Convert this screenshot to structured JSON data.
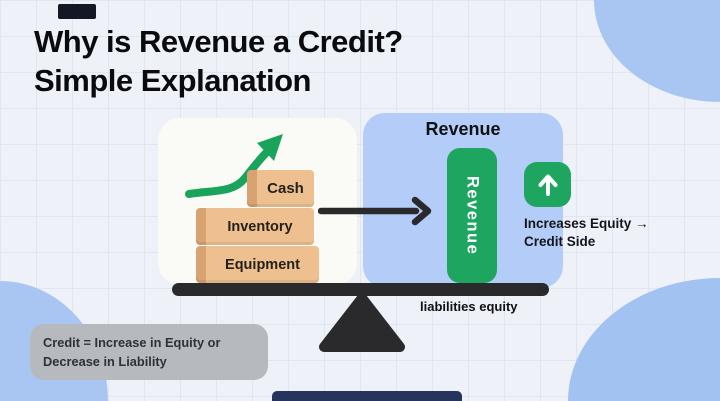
{
  "title": {
    "line1": "Why is Revenue a Credit?",
    "line2": "Simple Explanation"
  },
  "assets": {
    "boxes": [
      "Cash",
      "Inventory",
      "Equipment"
    ]
  },
  "revenue": {
    "header": "Revenue",
    "bar_label": "Revenue"
  },
  "annotation": {
    "line1": "Increases Equity →",
    "line2": "Credit Side"
  },
  "scale": {
    "caption": "liabilities equity"
  },
  "note": {
    "line1": "Credit = Increase in Equity or",
    "line2": "Decrease in Liability"
  },
  "colors": {
    "background": "#eef1f8",
    "grid_line": "#dfe6f1",
    "blob_blue": "#a9c6f3",
    "panel_blue": "#b4cdf8",
    "panel_white": "#fafbf6",
    "accent_green": "#1ea55f",
    "box_tan": "#eec08f",
    "box_tan_dark": "#d9a271",
    "scale_dark": "#2a2a2c",
    "note_gray": "#b6b9be",
    "text_dark": "#0a0b0e"
  }
}
